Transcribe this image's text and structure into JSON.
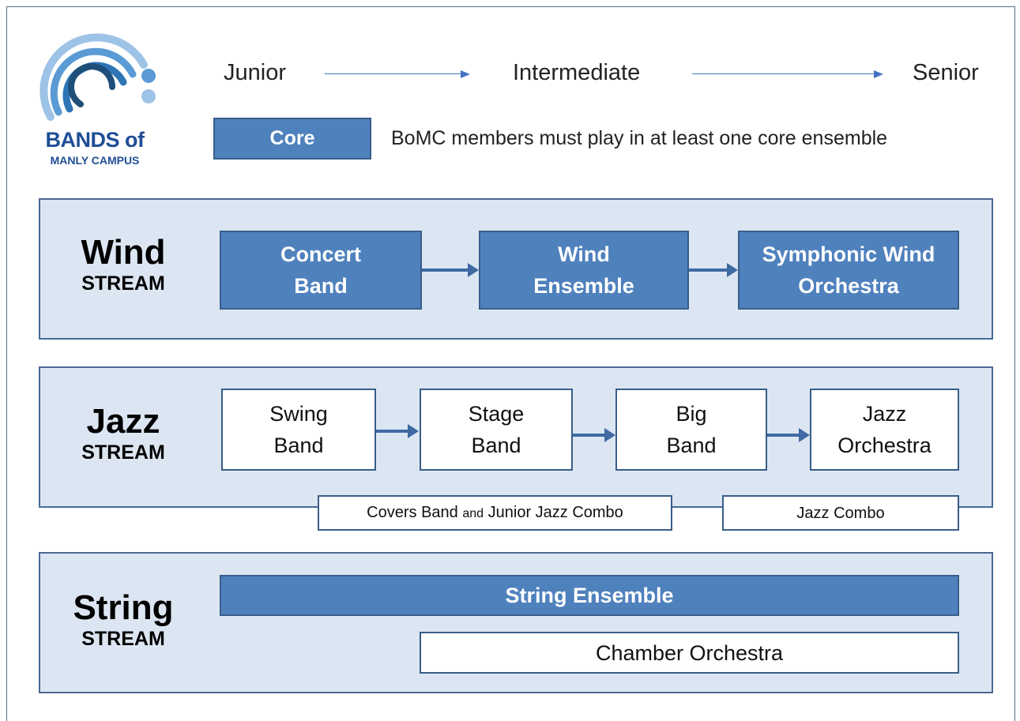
{
  "logo": {
    "line1": "BANDS of",
    "line2": "MANLY CAMPUS"
  },
  "levels": {
    "junior": "Junior",
    "intermediate": "Intermediate",
    "senior": "Senior"
  },
  "legend": {
    "core_label": "Core",
    "description": "BoMC members must play in at least one core ensemble"
  },
  "streams": {
    "wind": {
      "title": "Wind",
      "subtitle": "STREAM",
      "ensembles": [
        {
          "line1": "Concert",
          "line2": "Band"
        },
        {
          "line1": "Wind",
          "line2": "Ensemble"
        },
        {
          "line1": "Symphonic Wind",
          "line2": "Orchestra"
        }
      ]
    },
    "jazz": {
      "title": "Jazz",
      "subtitle": "STREAM",
      "ensembles": [
        {
          "line1": "Swing",
          "line2": "Band"
        },
        {
          "line1": "Stage",
          "line2": "Band"
        },
        {
          "line1": "Big",
          "line2": "Band"
        },
        {
          "line1": "Jazz",
          "line2": "Orchestra"
        }
      ],
      "extras": {
        "covers_part1": "Covers Band",
        "covers_and": "and",
        "covers_part2": "Junior Jazz Combo",
        "combo": "Jazz Combo"
      }
    },
    "string": {
      "title": "String",
      "subtitle": "STREAM",
      "core_ensemble": "String  Ensemble",
      "other_ensemble": "Chamber Orchestra"
    }
  },
  "colors": {
    "core_fill": "#4f81bd",
    "core_border": "#385d8a",
    "stream_fill": "#dce6f2",
    "arrow": "#3f6aa3"
  }
}
